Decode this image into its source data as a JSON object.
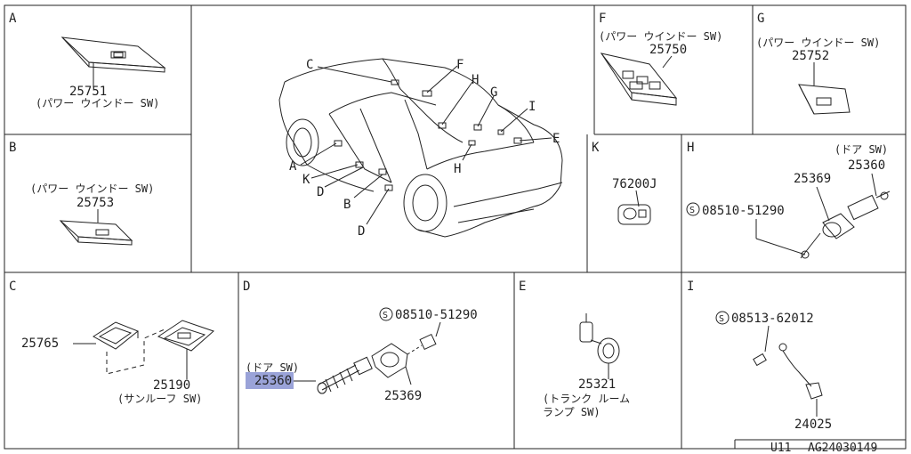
{
  "sections": {
    "A": {
      "letter": "A",
      "part": "25751",
      "desc": "(パワー ウインドー SW)"
    },
    "B": {
      "letter": "B",
      "desc": "(パワー ウインドー SW)",
      "part": "25753"
    },
    "C": {
      "letter": "C",
      "part_a": "25765",
      "part_b": "25190",
      "desc": "(サンルーフ SW)"
    },
    "D": {
      "letter": "D",
      "screw": "08510-51290",
      "desc": "(ドア SW)",
      "part_a": "25360",
      "part_b": "25369"
    },
    "E": {
      "letter": "E",
      "part": "25321",
      "desc1": "(トランク ルーム",
      "desc2": "ランプ SW)"
    },
    "F": {
      "letter": "F",
      "desc": "(パワー ウインドー SW)",
      "part": "25750"
    },
    "G": {
      "letter": "G",
      "desc": "(パワー ウインドー SW)",
      "part": "25752"
    },
    "K": {
      "letter": "K",
      "part": "76200J"
    },
    "H": {
      "letter": "H",
      "desc": "(ドア SW)",
      "part_a": "25360",
      "part_b": "25369",
      "screw": "08510-51290"
    },
    "I": {
      "letter": "I",
      "screw": "08513-62012",
      "part": "24025"
    }
  },
  "car_callouts": [
    "C",
    "F",
    "H",
    "G",
    "I",
    "E",
    "A",
    "K",
    "D",
    "B",
    "D",
    "H"
  ],
  "screw_symbol": "S",
  "footer": {
    "model": "U11",
    "code": "AG24030149"
  },
  "colors": {
    "line": "#222222",
    "highlight": "#9aa3d8"
  }
}
